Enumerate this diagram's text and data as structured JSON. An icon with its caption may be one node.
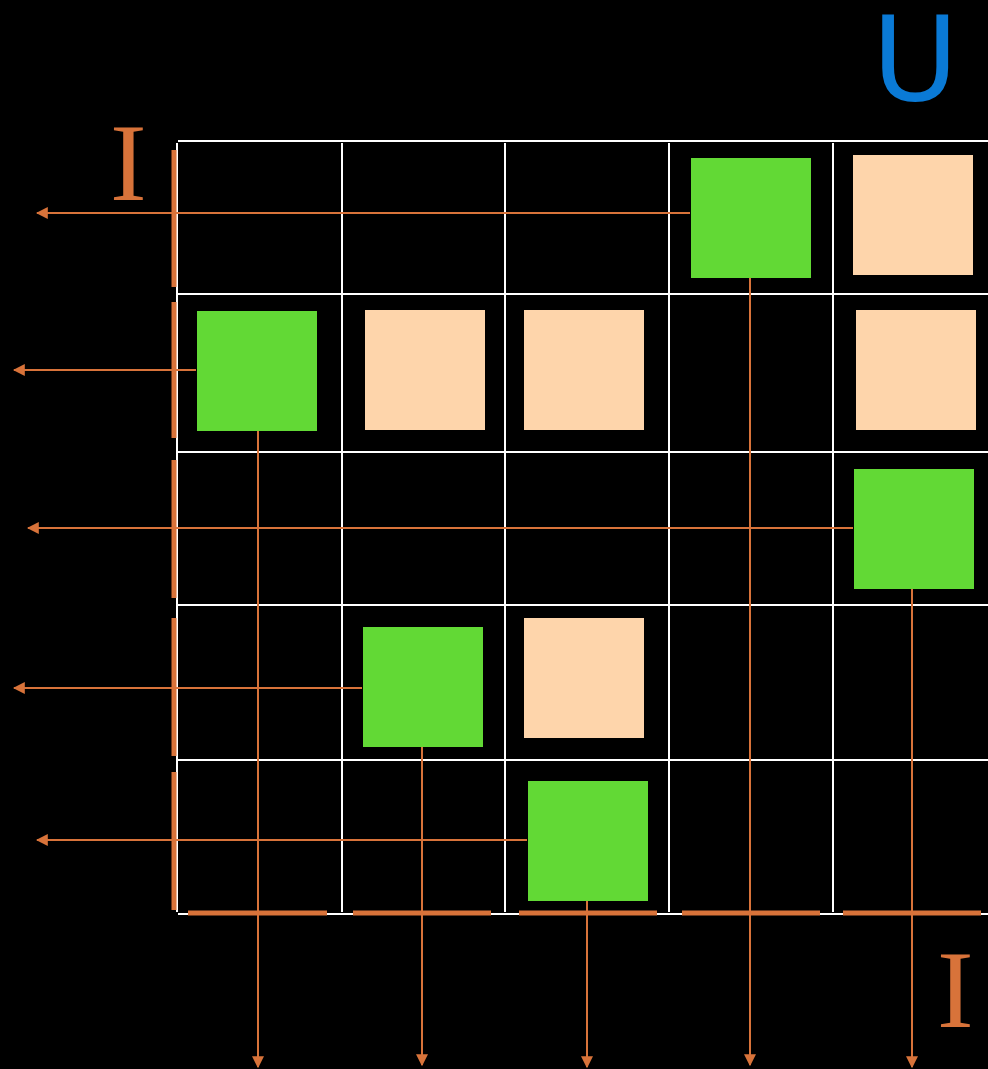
{
  "diagram": {
    "nodes": [
      {
        "text": [],
        "shape": "box"
      },
      {
        "text": [],
        "shape": "box"
      },
      {
        "text": [],
        "shape": "box"
      },
      {
        "text": [],
        "shape": "box"
      },
      {
        "text": [],
        "shape": "box"
      },
      {
        "text": [],
        "shape": "box"
      },
      {
        "text": [],
        "shape": "box"
      },
      {
        "text": [],
        "shape": "box"
      },
      {
        "text": [],
        "shape": "box"
      },
      {
        "text": [],
        "shape": "box"
      }
    ],
    "edges": [
      {
        "from": 0,
        "to": null,
        "arrow": "to"
      },
      {
        "from": 0,
        "to": null,
        "arrow": "to"
      },
      {
        "from": 2,
        "to": null,
        "arrow": "to"
      },
      {
        "from": 2,
        "to": null,
        "arrow": "to"
      },
      {
        "from": 6,
        "to": null,
        "arrow": "to"
      },
      {
        "from": 6,
        "to": null,
        "arrow": "to"
      },
      {
        "from": 7,
        "to": null,
        "arrow": "to"
      },
      {
        "from": 7,
        "to": null,
        "arrow": "to"
      },
      {
        "from": 9,
        "to": null,
        "arrow": "to"
      },
      {
        "from": 9,
        "to": null,
        "arrow": "to"
      }
    ],
    "labels": [
      "U",
      "I",
      "I"
    ]
  }
}
